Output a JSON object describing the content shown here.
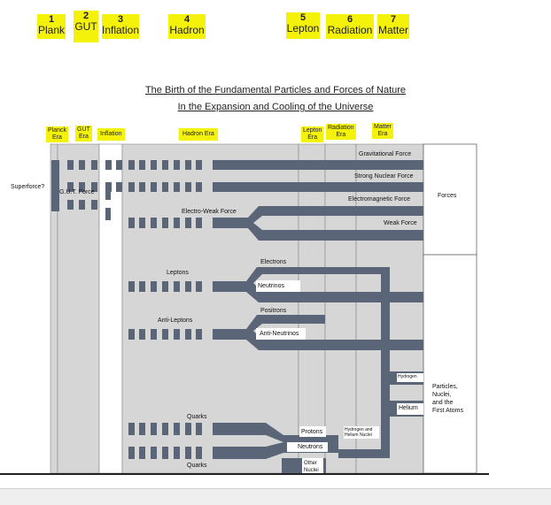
{
  "top_eras": [
    {
      "num": "1",
      "label": "Plank"
    },
    {
      "num": "2",
      "label": "GUT"
    },
    {
      "num": "3",
      "label": "Inflation"
    },
    {
      "num": "4",
      "label": "Hadron"
    },
    {
      "num": "5",
      "label": "Lepton"
    },
    {
      "num": "6",
      "label": "Radiation"
    },
    {
      "num": "7",
      "label": "Matter"
    }
  ],
  "diagram": {
    "title_line1": "The Birth of the Fundamental Particles and Forces of Nature",
    "title_line2": "In the Expansion and Cooling of the Universe",
    "eras": {
      "planck": [
        "Planck",
        "Era"
      ],
      "gut": [
        "GUT",
        "Era"
      ],
      "inflation": "Inflation",
      "hadron": "Hadron Era",
      "lepton": [
        "Lepton",
        "Era"
      ],
      "radiation": [
        "Radiation",
        "Era"
      ],
      "matter": [
        "Matter",
        "Era"
      ]
    },
    "labels": {
      "superforce": "Superforce?",
      "gut_force": "G.U.T. Force",
      "gravitational": "Gravitational Force",
      "strong": "Strong Nuclear Force",
      "electromagnetic": "Electromagnetic Force",
      "weak": "Weak Force",
      "electro_weak": "Electro-Weak Force",
      "forces": "Forces",
      "leptons": "Leptons",
      "electrons": "Electrons",
      "neutrinos": "Neutrinos",
      "anti_leptons": "Anti-Leptons",
      "positrons": "Positrons",
      "anti_neutrinos": "Anti-Neutrinos",
      "hydrogen": "Hydrogen",
      "helium": "Helium",
      "particles": [
        "Particles,",
        "Nuclei,",
        "and the",
        "First Atoms"
      ],
      "quarks_top": "Quarks",
      "quarks_bottom": "Quarks",
      "protons": "Protons",
      "neutrons": "Neutrons",
      "hydrogen_helium_nuclei": [
        "Hydrogen and",
        "Helium Nuclei"
      ],
      "other_nuclei": [
        "Other",
        "Nuclei"
      ]
    }
  }
}
